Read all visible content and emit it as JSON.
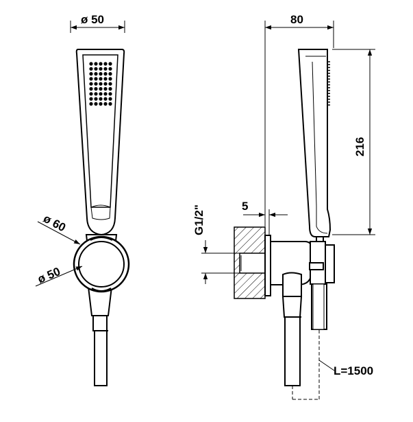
{
  "dimensions": {
    "head_diameter": "ø 50",
    "holder_outer_diameter": "ø 60",
    "holder_inner_diameter": "ø 50",
    "side_depth": "80",
    "height": "216",
    "wall_offset": "5",
    "thread": "G1/2\"",
    "hose_length": "L=1500"
  },
  "colors": {
    "line": "#000000",
    "background": "#ffffff"
  }
}
